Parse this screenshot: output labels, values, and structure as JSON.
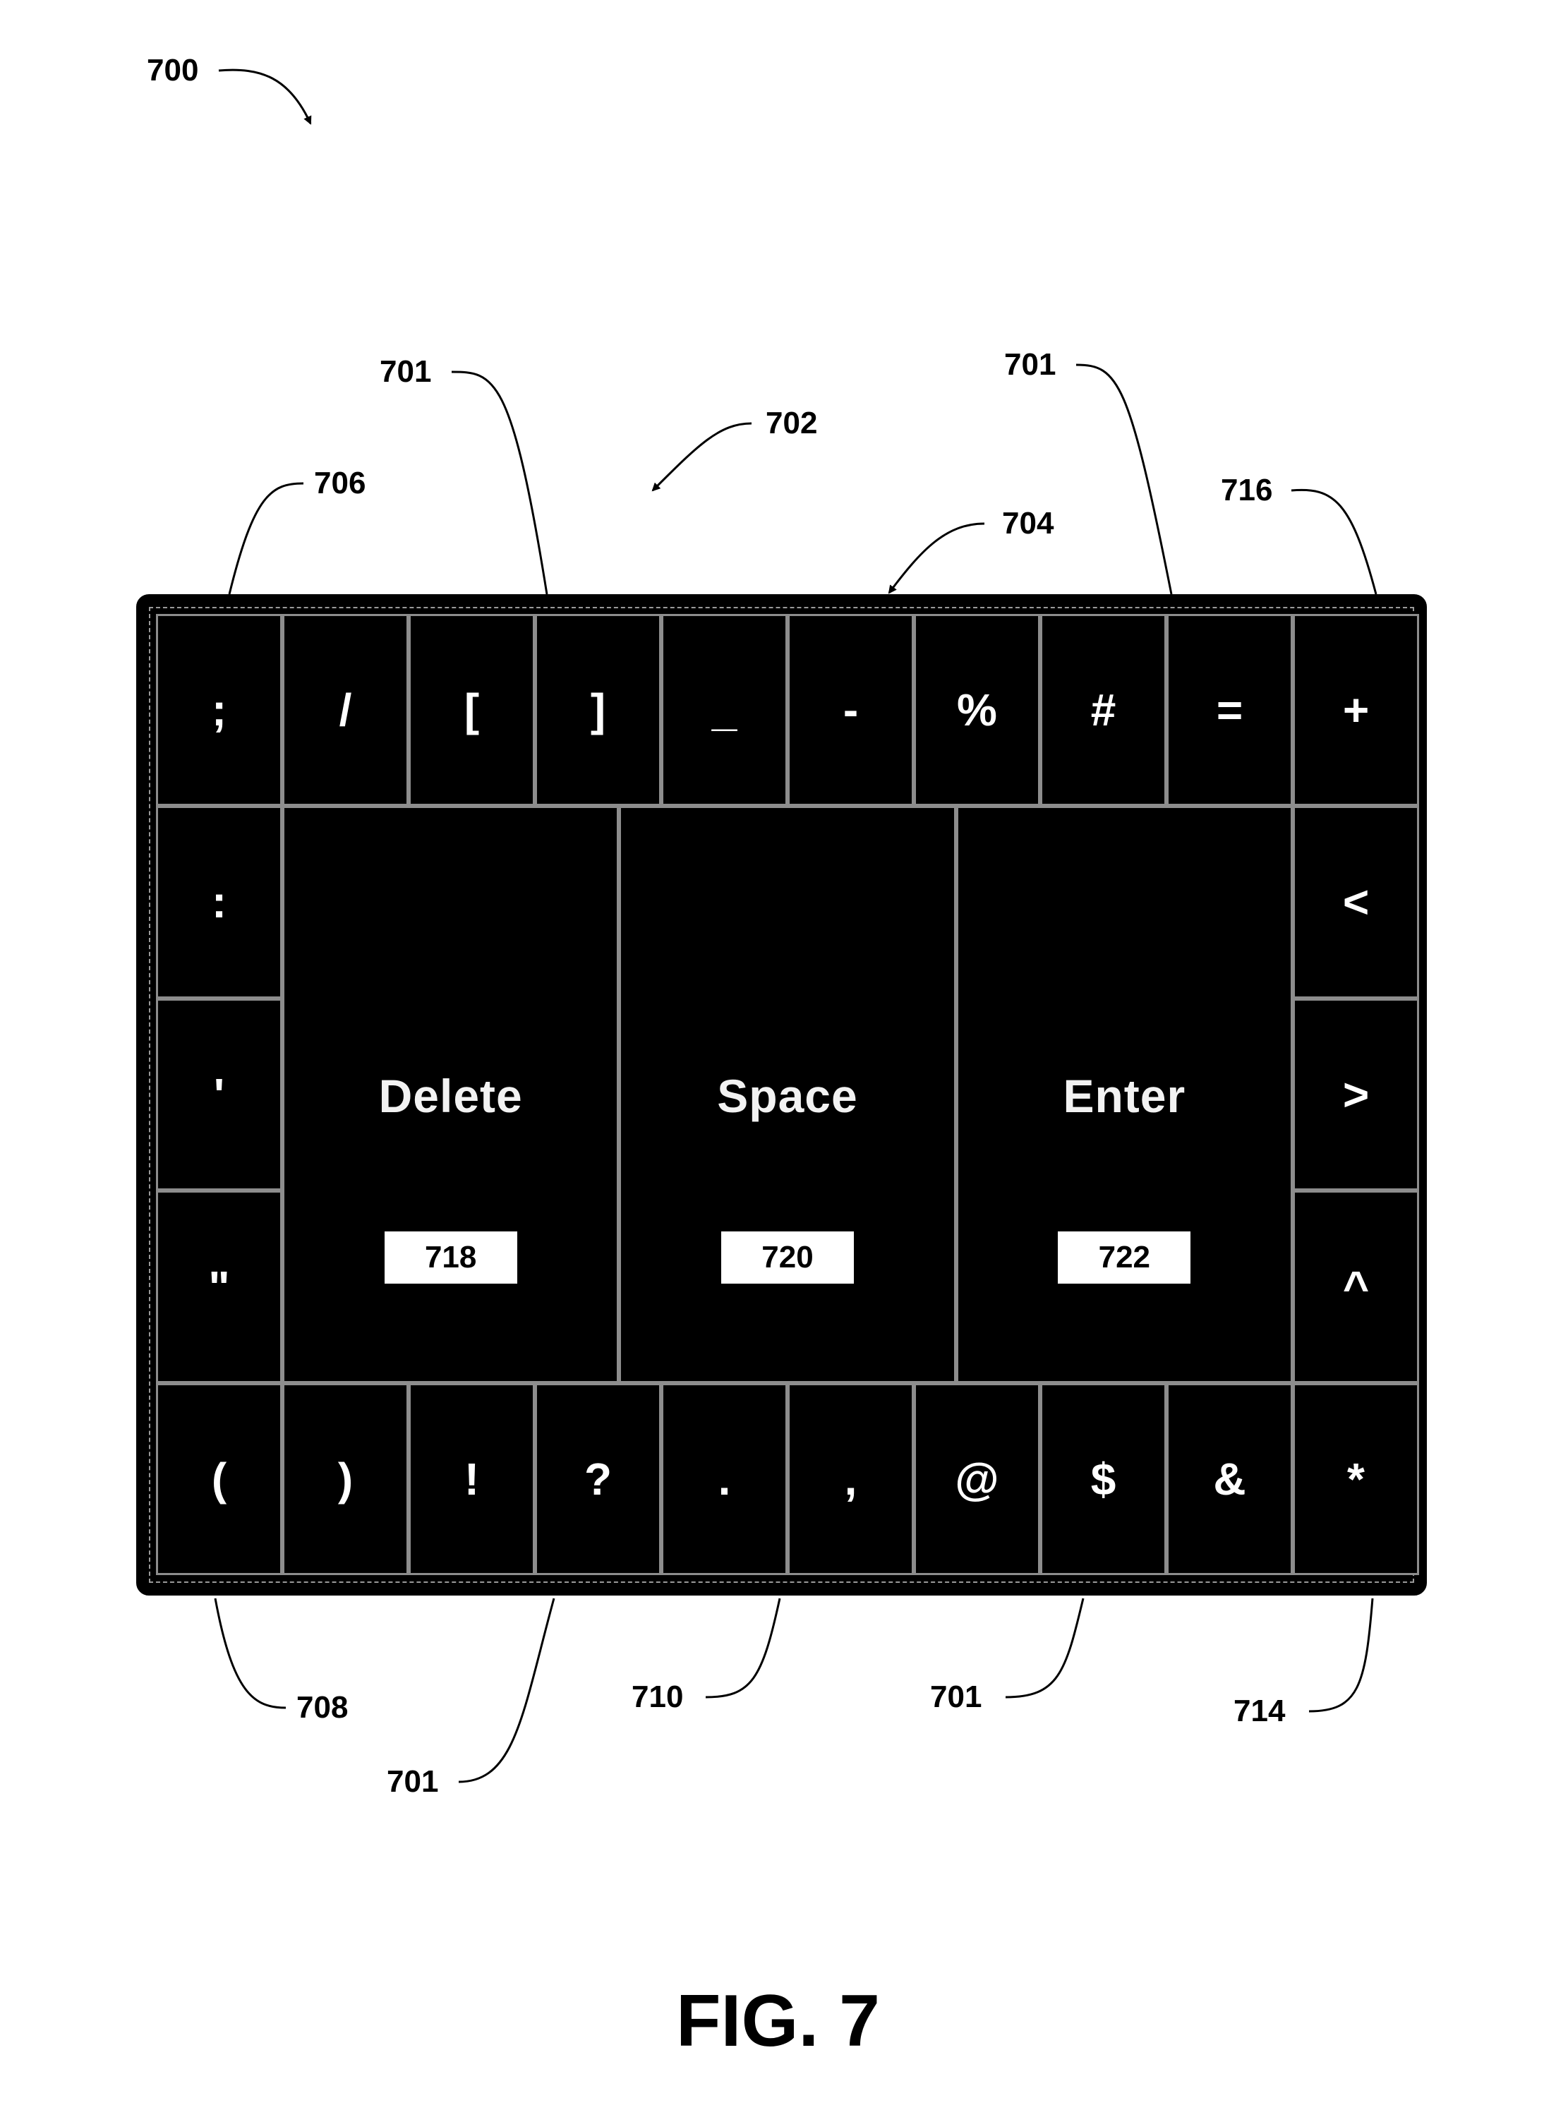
{
  "figure": {
    "caption": "FIG. 7",
    "main_ref": "700"
  },
  "refs": {
    "r702": "702",
    "r704": "704",
    "r706": "706",
    "r701_top_left": "701",
    "r701_top_right": "701",
    "r716": "716",
    "r708": "708",
    "r701_bottom_left": "701",
    "r710": "710",
    "r701_bottom_right": "701",
    "r714": "714"
  },
  "keyboard": {
    "top_row": [
      ";",
      "/",
      "[",
      "]",
      "_",
      "-",
      "%",
      "#",
      "=",
      "+"
    ],
    "left_column": [
      ":",
      "'",
      "\""
    ],
    "right_column": [
      "<",
      ">",
      "^"
    ],
    "bottom_row": [
      "(",
      ")",
      "!",
      "?",
      ".",
      ",",
      "@",
      "$",
      "&",
      "*"
    ],
    "big_keys": [
      {
        "label": "Delete",
        "ref": "718"
      },
      {
        "label": "Space",
        "ref": "720"
      },
      {
        "label": "Enter",
        "ref": "722"
      }
    ]
  }
}
